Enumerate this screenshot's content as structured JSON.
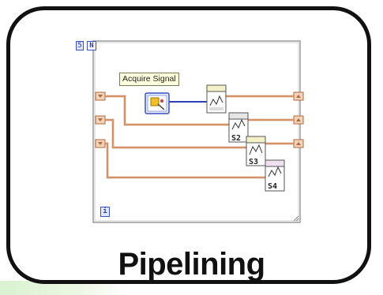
{
  "title": "Pipelining",
  "diagram": {
    "tooltip": "Acquire Signal",
    "loop_count_label": "N",
    "loop_count_value": "5",
    "loop_iteration_label": "i",
    "stage_labels": [
      "S2",
      "S3",
      "S4"
    ]
  },
  "colors": {
    "frame": "#111111",
    "wire_orange": "#c8784a",
    "wire_blue": "#2f3fb5",
    "loop_border": "#9a9a9a"
  }
}
